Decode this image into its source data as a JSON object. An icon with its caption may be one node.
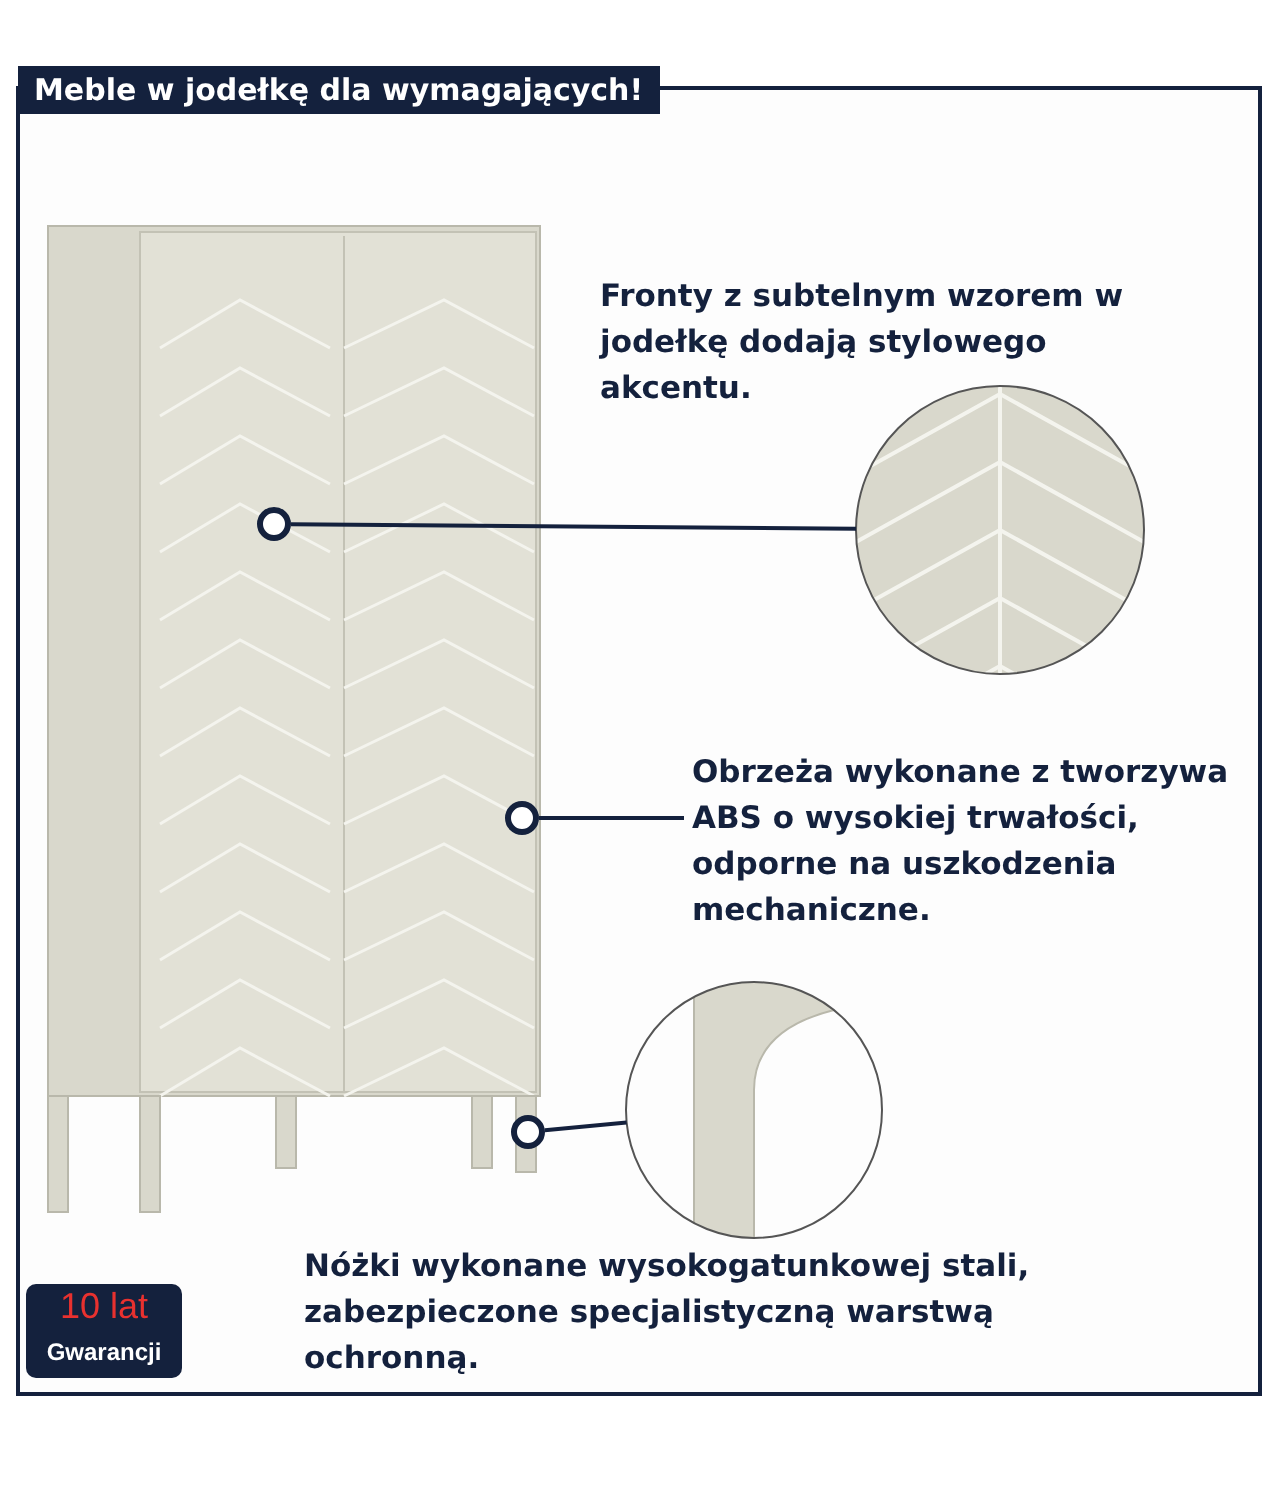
{
  "diagram": {
    "title": "Meble w jodełkę dla wymagających!",
    "nodes": [
      {
        "text": [
          "Fronty z subtelnym wzorem w jodełkę dodają stylowego akcentu."
        ]
      },
      {
        "text": [],
        "shape": "picture"
      },
      {
        "text": [],
        "shape": "circle"
      },
      {
        "text": [
          "Obrzeża wykonane z tworzywa ABS o wysokiej trwałości, odporne na uszkodzenia mechaniczne."
        ]
      },
      {
        "text": [],
        "shape": "circle"
      },
      {
        "text": [],
        "shape": "picture"
      },
      {
        "text": [],
        "shape": "circle"
      },
      {
        "text": [
          "Nóżki wykonane wysokogatunkowej stali, zabezpieczone specjalistyczną warstwą ochronną."
        ]
      }
    ],
    "edges": [
      {
        "from": 2,
        "to": 1,
        "arrow": "none"
      },
      {
        "from": 4,
        "to": 3,
        "arrow": "none"
      },
      {
        "from": 6,
        "to": 5,
        "arrow": "none"
      }
    ],
    "labels": [
      "10 lat",
      "Gwarancji"
    ]
  }
}
